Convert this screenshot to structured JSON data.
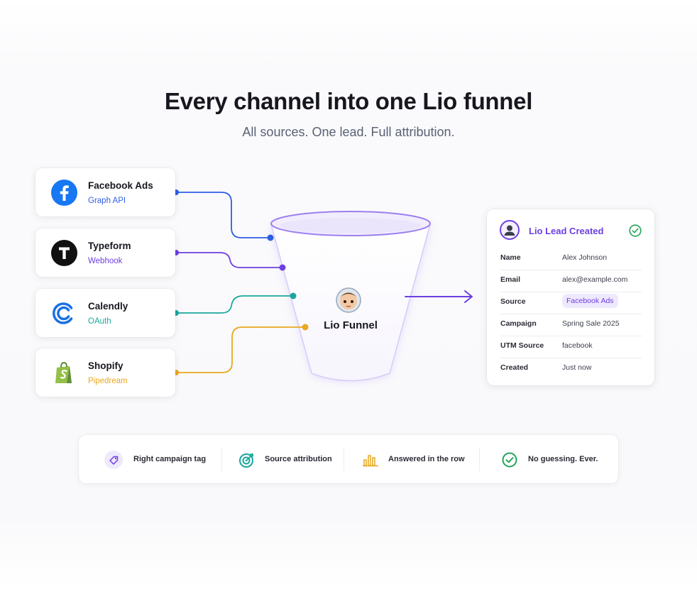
{
  "header": {
    "title": "Every channel into one Lio funnel",
    "subtitle": "All sources. One lead. Full attribution."
  },
  "sources": [
    {
      "name": "Facebook Ads",
      "method": "Graph API",
      "icon": "facebook-icon",
      "color": "#2f5ee6"
    },
    {
      "name": "Typeform",
      "method": "Webhook",
      "icon": "typeform-icon",
      "color": "#6d3fe0"
    },
    {
      "name": "Calendly",
      "method": "OAuth",
      "icon": "calendly-icon",
      "color": "#1aa79b"
    },
    {
      "name": "Shopify",
      "method": "Pipedream",
      "icon": "shopify-icon",
      "color": "#e8a820"
    }
  ],
  "funnel": {
    "label": "Lio Funnel",
    "icon": "astronaut-icon"
  },
  "lead": {
    "title": "Lio Lead Created",
    "rows": [
      {
        "key": "Name",
        "value": "Alex Johnson"
      },
      {
        "key": "Email",
        "value": "alex@example.com"
      },
      {
        "key": "Source",
        "value": "Facebook Ads"
      },
      {
        "key": "Campaign",
        "value": "Spring Sale 2025"
      },
      {
        "key": "UTM Source",
        "value": "facebook"
      },
      {
        "key": "Created",
        "value": "Just now"
      }
    ]
  },
  "features": [
    {
      "label": "Right campaign tag",
      "icon": "tag-icon"
    },
    {
      "label": "Source attribution",
      "icon": "target-icon"
    },
    {
      "label": "Answered in the row",
      "icon": "bar-chart-icon"
    },
    {
      "label": "No guessing. Ever.",
      "icon": "check-circle-icon"
    }
  ],
  "colors": {
    "accent": "#6d3fe0",
    "success": "#22a45a"
  }
}
